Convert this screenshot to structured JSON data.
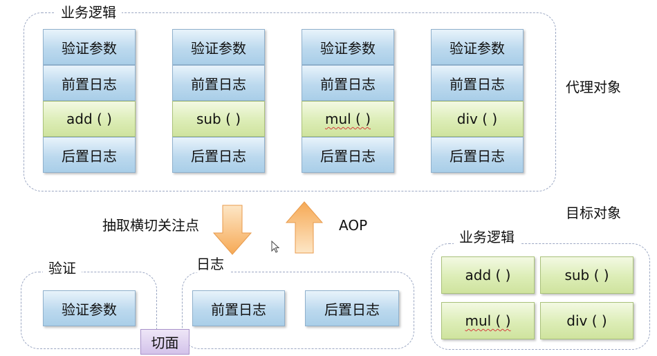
{
  "proxy": {
    "group_label": "业务逻辑",
    "side_label": "代理对象",
    "columns": [
      {
        "validate": "验证参数",
        "pre_log": "前置日志",
        "method": "add ( )",
        "post_log": "后置日志"
      },
      {
        "validate": "验证参数",
        "pre_log": "前置日志",
        "method": "sub ( )",
        "post_log": "后置日志"
      },
      {
        "validate": "验证参数",
        "pre_log": "前置日志",
        "method": "mul ( )",
        "post_log": "后置日志"
      },
      {
        "validate": "验证参数",
        "pre_log": "前置日志",
        "method": "div ( )",
        "post_log": "后置日志"
      }
    ]
  },
  "arrows": {
    "extract_label": "抽取横切关注点",
    "aop_label": "AOP"
  },
  "target": {
    "side_label": "目标对象",
    "group_label": "业务逻辑",
    "methods": [
      "add ( )",
      "sub ( )",
      "mul ( )",
      "div ( )"
    ]
  },
  "aspects": {
    "validate_group_label": "验证",
    "validate_box": "验证参数",
    "log_group_label": "日志",
    "pre_log_box": "前置日志",
    "post_log_box": "后置日志",
    "aspect_label": "切面"
  },
  "colors": {
    "blue_box": "#bcd9ee",
    "green_box": "#dcedb6",
    "arrow": "#f8b565",
    "aspect_tag": "#d3c3ea"
  }
}
